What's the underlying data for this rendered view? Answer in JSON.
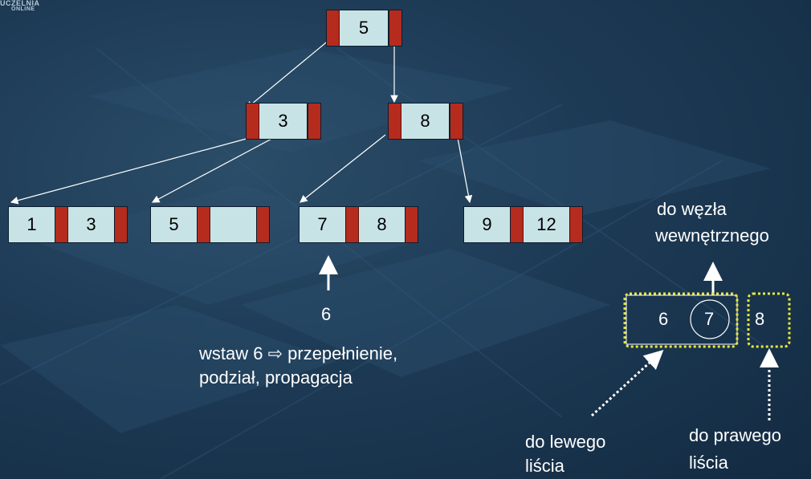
{
  "logo": {
    "line1": "UCZELNIA",
    "line2": "ONLINE"
  },
  "tree": {
    "root": {
      "key": "5"
    },
    "level1": {
      "left": "3",
      "right": "8"
    },
    "leaves": {
      "leaf1": [
        "1",
        "3"
      ],
      "leaf2": [
        "5",
        ""
      ],
      "leaf3": [
        "7",
        "8"
      ],
      "leaf4": [
        "9",
        "12"
      ]
    }
  },
  "insert": {
    "value": "6",
    "caption_line1": "wstaw 6 ⇨ przepełnienie,",
    "caption_line2": "podział, propagacja"
  },
  "split": {
    "left_a": "6",
    "left_b": "7",
    "right": "8",
    "to_internal_line1": "do węzła",
    "to_internal_line2": "wewnętrznego",
    "to_left_line1": "do lewego",
    "to_left_line2": "liścia",
    "to_right_line1": "do prawego",
    "to_right_line2": "liścia"
  },
  "colors": {
    "pointer": "#b52b1e",
    "key_fill": "#c8e3e6",
    "dotted_highlight": "#e8e83a",
    "background": "#1d3a55"
  }
}
